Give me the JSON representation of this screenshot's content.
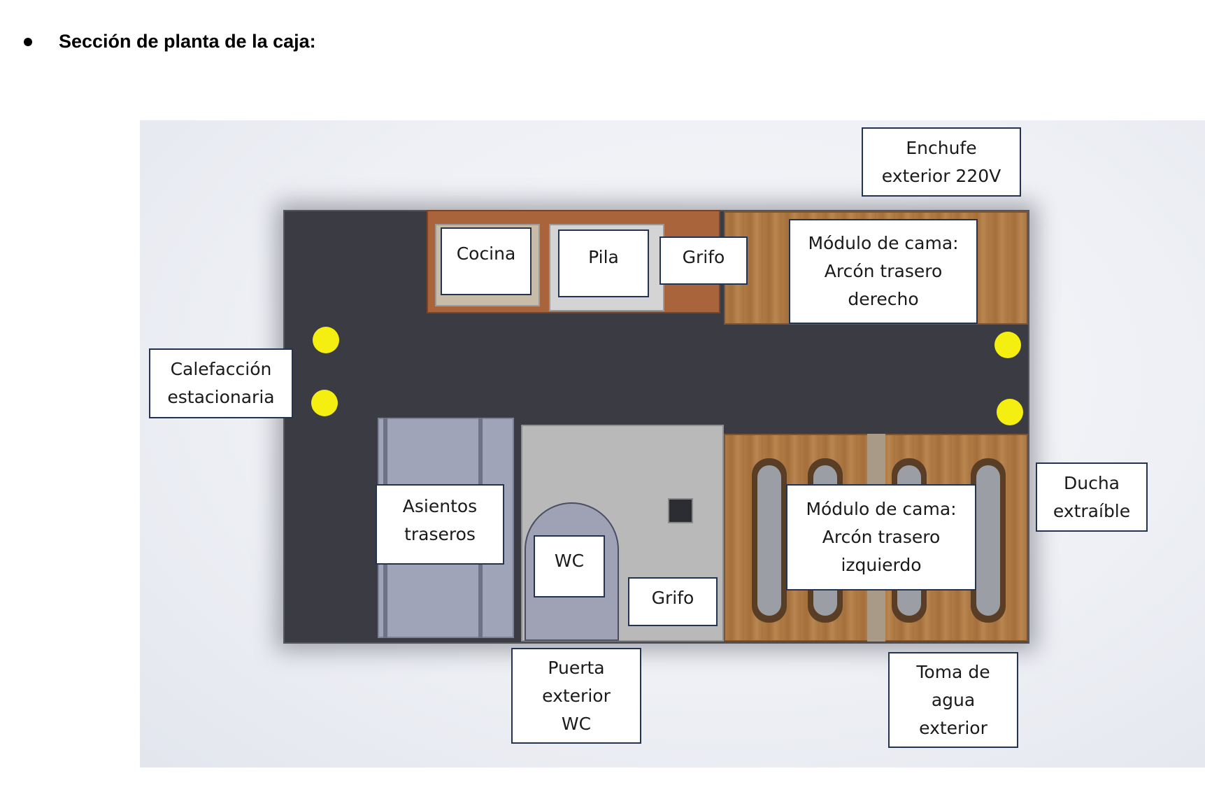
{
  "heading": {
    "bullet": "●",
    "title": "Sección de planta de la caja:"
  },
  "labels": {
    "enchufe": "Enchufe\nexterior 220V",
    "cocina": "Cocina",
    "pila": "Pila",
    "grifo_top": "Grifo",
    "cama_derecho": "Módulo de cama:\nArcón trasero\nderecho",
    "calefaccion": "Calefacción\nestacionaria",
    "asientos": "Asientos\ntraseros",
    "wc": "WC",
    "grifo_bottom": "Grifo",
    "cama_izquierdo": "Módulo de cama:\nArcón trasero\nizquierdo",
    "ducha": "Ducha\nextraíble",
    "puerta": "Puerta\nexterior\nWC",
    "toma_agua": "Toma de\nagua\nexterior"
  },
  "colors": {
    "lamp": "#f4ef10",
    "floor": "#3a3b43",
    "wood": "#b07a45",
    "label_border": "#233352"
  }
}
